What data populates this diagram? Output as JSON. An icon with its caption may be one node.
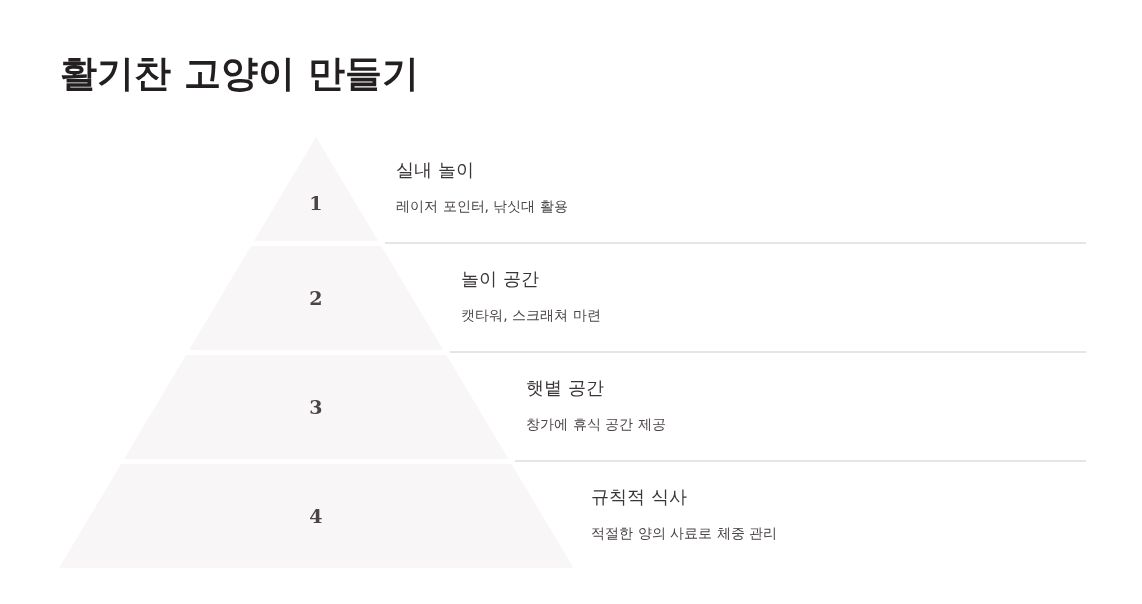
{
  "diagram": {
    "title": "활기찬 고양이 만들기",
    "nodes": [
      {
        "text": [
          "1"
        ],
        "beside": [
          "실내 놀이",
          "레이저 포인터, 낚싯대 활용"
        ]
      },
      {
        "text": [
          "2"
        ],
        "beside": [
          "놀이 공간",
          "캣타워, 스크래쳐 마련"
        ]
      },
      {
        "text": [
          "3"
        ],
        "beside": [
          "햇볕 공간",
          "창가에 휴식 공간 제공"
        ]
      },
      {
        "text": [
          "4"
        ],
        "beside": [
          "규칙적 식사",
          "적절한 양의 사료로 체중 관리"
        ]
      }
    ]
  }
}
